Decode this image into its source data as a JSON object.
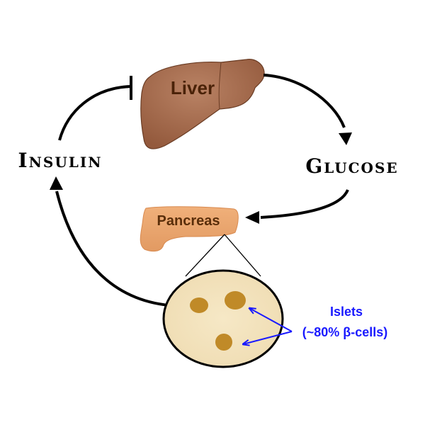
{
  "diagram": {
    "nodes": {
      "liver": {
        "label": "Liver",
        "fill": "#a0684a",
        "text_color": "#4a2208"
      },
      "glucose": {
        "label": "Glucose"
      },
      "insulin": {
        "label": "Insulin"
      },
      "pancreas": {
        "label": "Pancreas",
        "fill": "#e8a06a",
        "text_color": "#5a2e0a"
      },
      "islets_detail": {
        "fill": "#f2e2bc",
        "islet_color": "#c08a28",
        "islet_count": 3
      }
    },
    "annotation": {
      "line1": "Islets",
      "line2": "(~80% β-cells)",
      "color": "#1a1aff"
    },
    "edges": [
      {
        "from": "liver",
        "to": "glucose",
        "type": "arrow"
      },
      {
        "from": "glucose",
        "to": "pancreas",
        "type": "arrow"
      },
      {
        "from": "islets_detail",
        "to": "insulin",
        "type": "arrow"
      },
      {
        "from": "insulin",
        "to": "liver",
        "type": "inhibition"
      }
    ]
  }
}
